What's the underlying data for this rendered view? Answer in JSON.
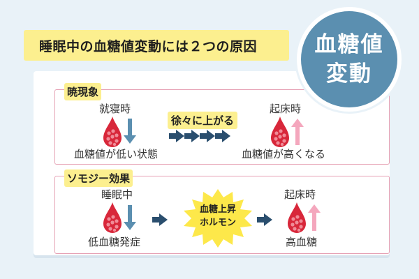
{
  "banner": {
    "title": "睡眠中の血糖値変動には２つの原因"
  },
  "badge": {
    "line1": "血糖値",
    "line2": "変動"
  },
  "dawn": {
    "tag": "暁現象",
    "left_top": "就寝時",
    "left_bottom": "血糖値が低い状態",
    "middle": "徐々に上がる",
    "right_top": "起床時",
    "right_bottom": "血糖値が高くなる"
  },
  "somogyi": {
    "tag": "ソモジー効果",
    "left_top": "睡眠中",
    "left_bottom": "低血糖発症",
    "burst_line1": "血糖上昇",
    "burst_line2": "ホルモン",
    "right_top": "起床時",
    "right_bottom": "高血糖"
  },
  "colors": {
    "banner": "#fcef8f",
    "badge": "#5b8fb0",
    "drop": "#d8273a",
    "arrow_down": "#5b8fb0",
    "arrow_up": "#f4a7bd",
    "arrow_right": "#2a4e6e",
    "burst": "#fde84a",
    "border": "#e6a1b4"
  }
}
